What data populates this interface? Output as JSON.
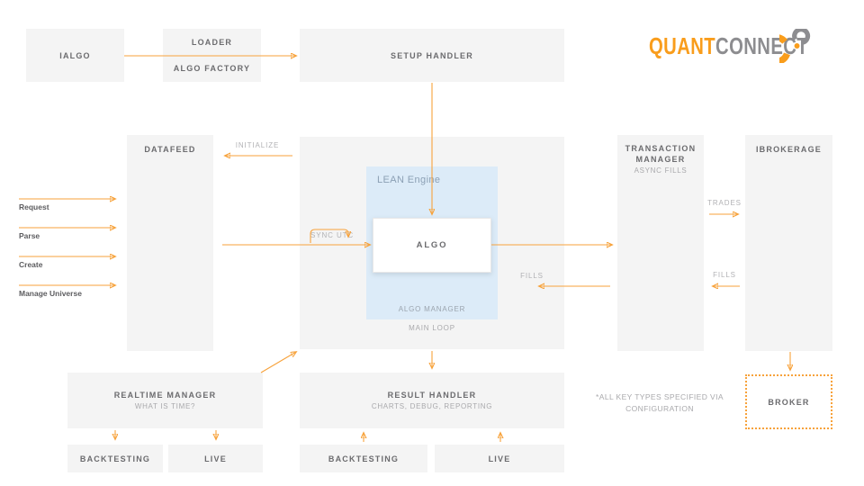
{
  "logo": {
    "part1": "QUANT",
    "part2": "CONNECT"
  },
  "colors": {
    "accent_orange": "#F7A23B",
    "logo_orange": "#F99D1C",
    "logo_gray": "#8D8D90",
    "box_bg": "#F4F4F4",
    "lean_engine_bg": "#DCEBF8"
  },
  "nodes": {
    "ialgo": {
      "label": "IALGO"
    },
    "loader": {
      "line1": "LOADER",
      "line2": "ALGO FACTORY"
    },
    "setup_handler": {
      "label": "SETUP HANDLER"
    },
    "datafeed": {
      "label": "DATAFEED"
    },
    "lean": {
      "title": "LEAN Engine",
      "algo": "ALGO",
      "algo_manager": "ALGO MANAGER",
      "main_loop": "MAIN LOOP"
    },
    "transaction_manager": {
      "line1": "TRANSACTION",
      "line2": "MANAGER",
      "subtitle": "ASYNC FILLS"
    },
    "ibrokerage": {
      "label": "IBROKERAGE"
    },
    "broker": {
      "label": "BROKER"
    },
    "realtime_manager": {
      "title": "REALTIME MANAGER",
      "subtitle": "WHAT IS TIME?"
    },
    "result_handler": {
      "title": "RESULT HANDLER",
      "subtitle": "CHARTS, DEBUG, REPORTING"
    },
    "backtesting_left": {
      "label": "BACKTESTING"
    },
    "live_left": {
      "label": "LIVE"
    },
    "backtesting_center": {
      "label": "BACKTESTING"
    },
    "live_center": {
      "label": "LIVE"
    }
  },
  "edge_labels": {
    "initialize": "INITIALIZE",
    "sync_utc": "SYNC UTC",
    "fills_center": "FILLS",
    "trades": "TRADES",
    "fills_right": "FILLS"
  },
  "process_labels": [
    "Request",
    "Parse",
    "Create",
    "Manage Universe"
  ],
  "note": "*ALL KEY TYPES SPECIFIED VIA CONFIGURATION"
}
